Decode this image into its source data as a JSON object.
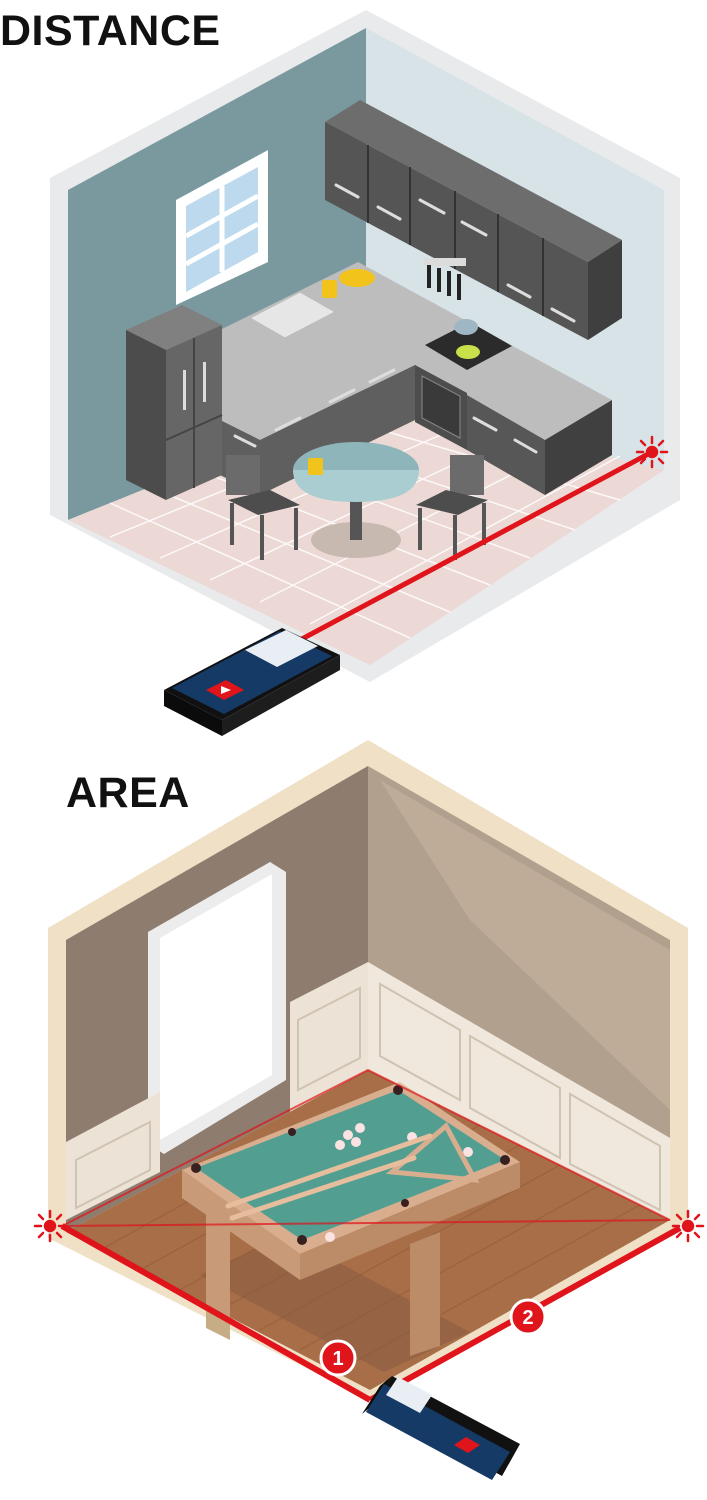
{
  "sections": [
    {
      "title": "DISTANCE"
    },
    {
      "title": "AREA"
    }
  ],
  "markers": [
    "1",
    "2"
  ],
  "colors": {
    "laser": "#e0141b",
    "device_body": "#163a66",
    "wall_teal": "#74969c",
    "wall_light": "#d5e1e5",
    "wall_tan": "#a89784",
    "felt": "#3fb3a3"
  },
  "icons": [
    "laser-dot-icon",
    "laser-measure-device",
    "record-button-icon"
  ]
}
